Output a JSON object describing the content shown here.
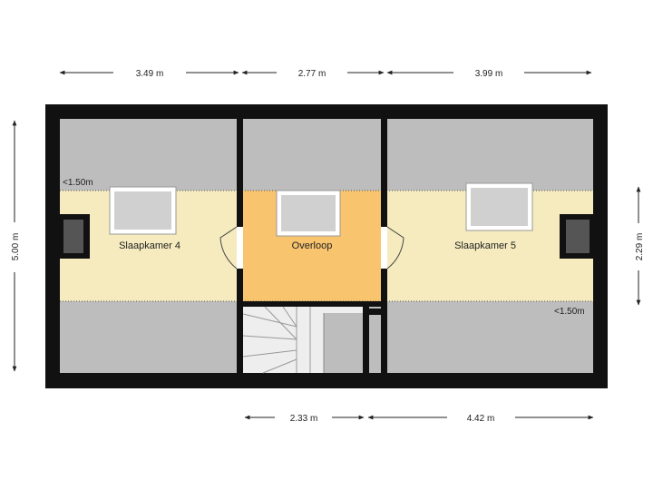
{
  "dimensions": {
    "top": [
      "3.49 m",
      "2.77 m",
      "3.99 m"
    ],
    "bottom": [
      "2.33 m",
      "4.42 m"
    ],
    "left": "5.00 m",
    "right": "2.29 m"
  },
  "rooms": {
    "bedroom_4": "Slaapkamer 4",
    "landing": "Overloop",
    "bedroom_5": "Slaapkamer 5"
  },
  "height_notes": {
    "left": "<1.50m",
    "right": "<1.50m"
  },
  "colors": {
    "wall": "#111111",
    "low_ceiling": "#bdbdbd",
    "bedroom_floor": "#f5ebbe",
    "landing_floor": "#f8c46e",
    "window": "#d6d6d6",
    "stair": "#eeeeee"
  }
}
